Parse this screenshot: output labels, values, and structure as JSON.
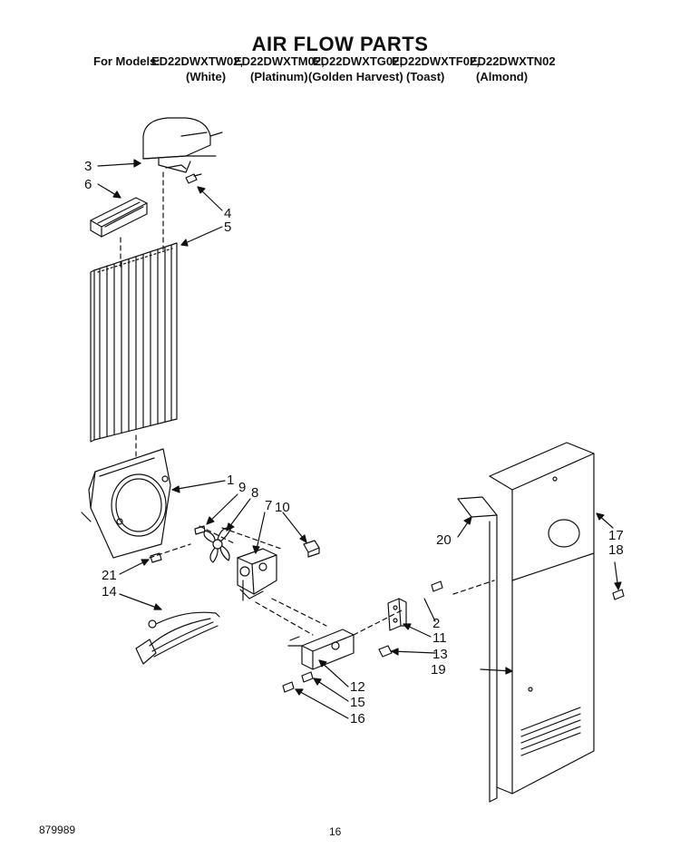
{
  "title": "AIR FLOW PARTS",
  "models_label": "For Models:",
  "models": [
    "ED22DWXTW02,",
    "ED22DWXTM02,",
    "ED22DWXTG02,",
    "ED22DWXTF02,",
    "ED22DWXTN02"
  ],
  "colors": [
    "(White)",
    "(Platinum)",
    "(Golden Harvest)",
    "(Toast)",
    "(Almond)"
  ],
  "callouts": [
    "1",
    "2",
    "3",
    "4",
    "5",
    "6",
    "7",
    "8",
    "9",
    "10",
    "11",
    "12",
    "13",
    "14",
    "15",
    "16",
    "17",
    "18",
    "19",
    "20",
    "21"
  ],
  "footer": {
    "doc_number": "879989",
    "page_number": "16"
  }
}
